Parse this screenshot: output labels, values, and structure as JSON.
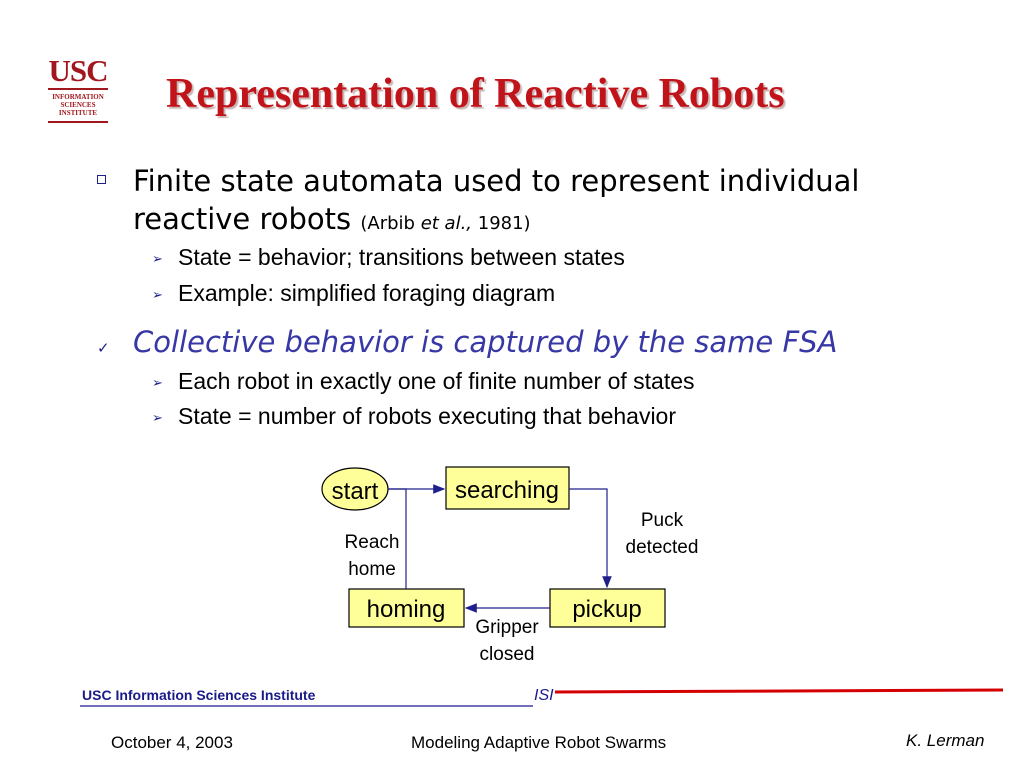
{
  "logo": {
    "text": "USC",
    "line1": "INFORMATION",
    "line2": "SCIENCES",
    "line3": "INSTITUTE"
  },
  "title": "Representation of Reactive Robots",
  "bullets": {
    "b1_text": "Finite state automata used to represent individual reactive robots",
    "b1_cite_pre": "(Arbib ",
    "b1_cite_em": "et al.,",
    "b1_cite_post": " 1981)",
    "b1_sub1": "State = behavior; transitions between states",
    "b1_sub2": "Example: simplified foraging diagram",
    "b2_text": "Collective behavior is captured by the same FSA",
    "b2_sub1": "Each robot in exactly one of finite number of states",
    "b2_sub2": "State = number of robots executing that behavior"
  },
  "diagram": {
    "start": "start",
    "searching": "searching",
    "pickup": "pickup",
    "homing": "homing",
    "puck1": "Puck",
    "puck2": "detected",
    "gripper1": "Gripper",
    "gripper2": "closed",
    "reach1": "Reach",
    "reach2": "home",
    "box_fill": "#ffff99"
  },
  "footer": {
    "institute": "USC Information Sciences Institute",
    "isi": "ISI",
    "date": "October 4, 2003",
    "talk": "Modeling Adaptive Robot Swarms",
    "author": "K. Lerman"
  },
  "colors": {
    "title": "#c0141a",
    "accent": "#3737a5",
    "footer_line": "#d40000"
  }
}
